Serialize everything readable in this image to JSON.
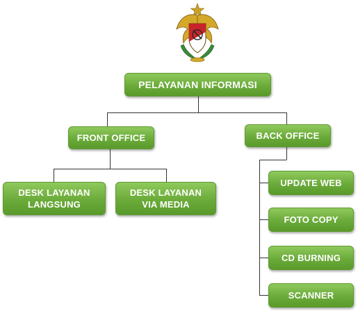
{
  "emblem": {
    "name": "military-emblem-logo"
  },
  "root": {
    "label": "PELAYANAN INFORMASI"
  },
  "front_office": {
    "label": "FRONT OFFICE",
    "children": [
      "DESK LAYANAN\nLANGSUNG",
      "DESK LAYANAN\nVIA MEDIA"
    ]
  },
  "back_office": {
    "label": "BACK OFFICE",
    "children": [
      "UPDATE WEB",
      "FOTO COPY",
      "CD BURNING",
      "SCANNER"
    ]
  },
  "colors": {
    "node_fill": "#6bab3a",
    "node_text": "#ffffff",
    "connector": "#333333"
  }
}
